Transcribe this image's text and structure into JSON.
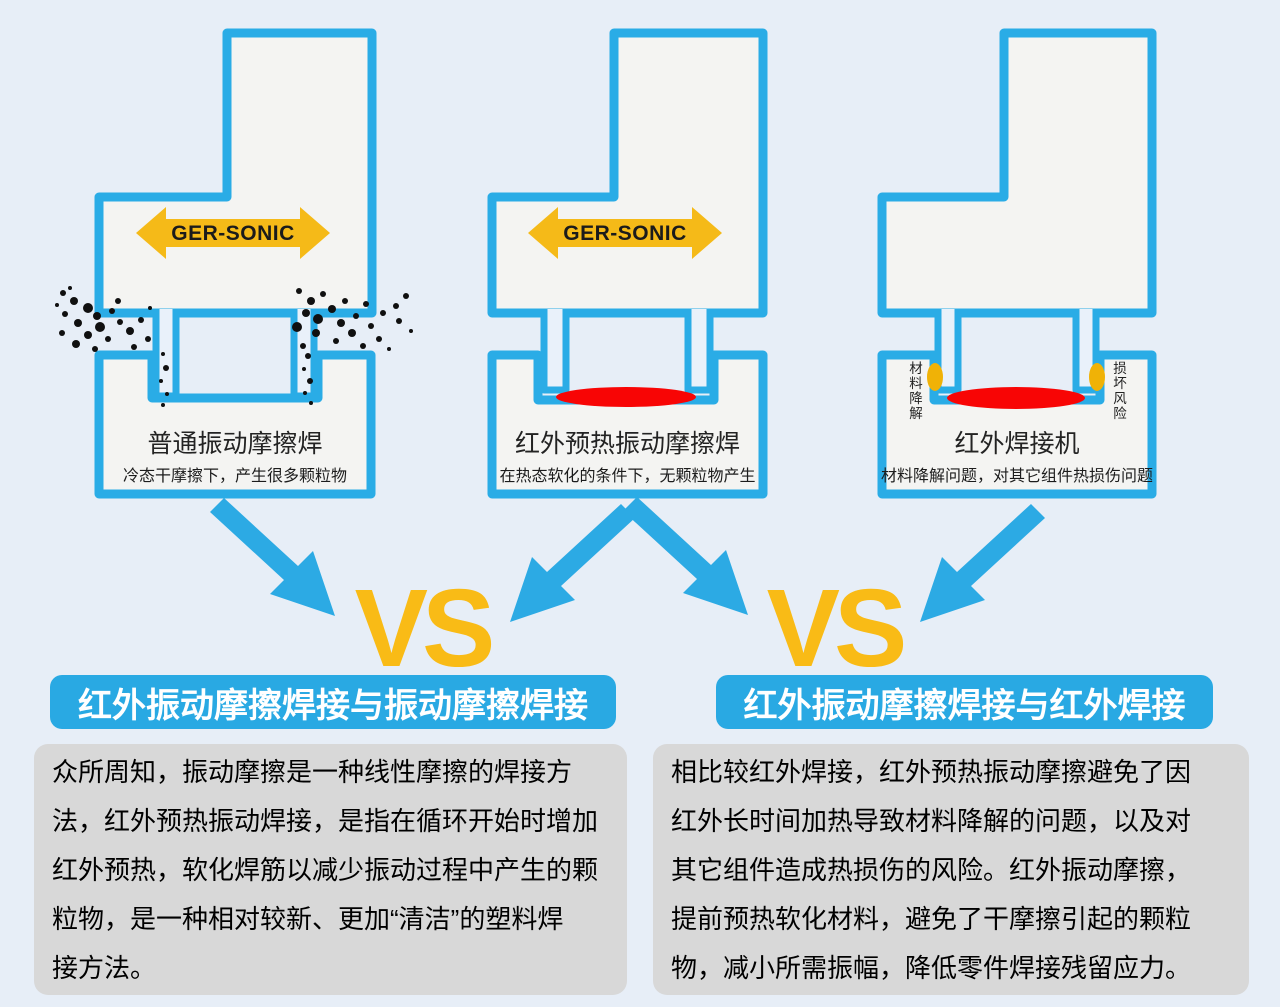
{
  "colors": {
    "bg": "#e7eef7",
    "outline": "#2aace6",
    "toolfill": "#f4f4f2",
    "ribfill": "#e9f1fa",
    "yellow": "#f5ba18",
    "vs-yellow": "#f9bb16",
    "blue-arrow": "#2caae4",
    "banner-blue": "#29a9e3",
    "red": "#f80505",
    "oval": "#f0b206",
    "graybox": "#d8d8d8",
    "text-dark": "#1b1b1b"
  },
  "diagrams": [
    {
      "title": "普通振动摩擦焊",
      "subtitle": "冷态干摩擦下，产生很多颗粒物",
      "vibration_label": "GER-SONIC"
    },
    {
      "title": "红外预热振动摩擦焊",
      "subtitle": "在热态软化的条件下，无颗粒物产生",
      "vibration_label": "GER-SONIC"
    },
    {
      "title": "红外焊接机",
      "subtitle": "材料降解问题，对其它组件热损伤问题",
      "left_note": "材料降解",
      "right_note": "损坏风险"
    }
  ],
  "vs_label": "VS",
  "comparisons": [
    {
      "banner": "红外振动摩擦焊接与振动摩擦焊接",
      "paragraph": "众所周知，振动摩擦是一种线性摩擦的焊接方\n法，红外预热振动焊接，是指在循环开始时增加\n红外预热，软化焊筋以减少振动过程中产生的颗\n粒物，是一种相对较新、更加“清洁”的塑料焊\n接方法。"
    },
    {
      "banner": "红外振动摩擦焊接与红外焊接",
      "paragraph": "相比较红外焊接，红外预热振动摩擦避免了因\n红外长时间加热导致材料降解的问题，以及对\n其它组件造成热损伤的风险。红外振动摩擦，\n提前预热软化材料，避免了干摩擦引起的颗粒\n物，减小所需振幅，降低零件焊接残留应力。"
    }
  ]
}
